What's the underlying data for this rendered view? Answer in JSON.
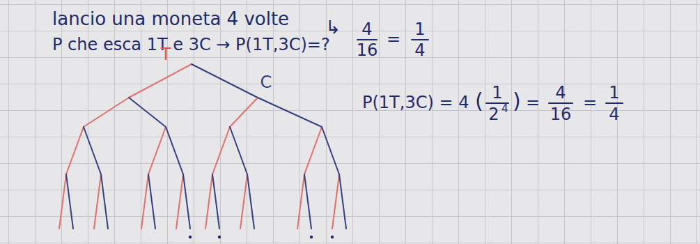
{
  "diagram": {
    "title": "lancio una moneta 4 volte",
    "labels": [
      "P che esca 1T e 3C → P(1T,3C)=?",
      "T",
      "C",
      "↳",
      "4",
      "16",
      "=",
      "1",
      "4",
      "P(1T,3C) = 4",
      "(",
      "1",
      "2",
      "4",
      ")",
      "=",
      "4",
      "16",
      "=",
      "1",
      "4"
    ]
  }
}
